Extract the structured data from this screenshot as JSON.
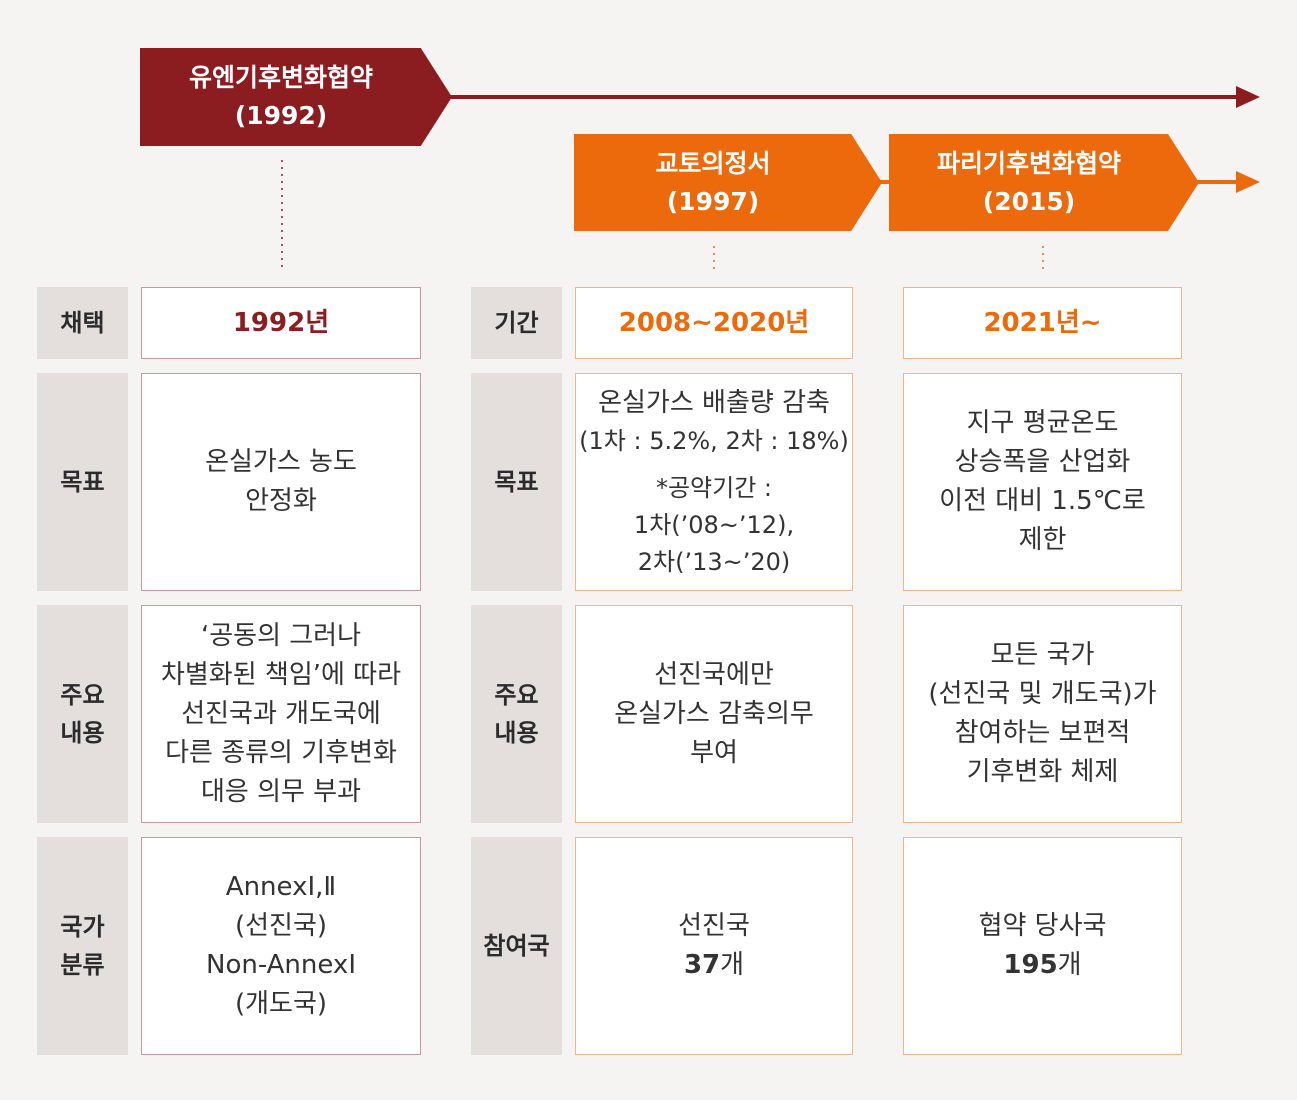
{
  "colors": {
    "unfccc": "#8b1c20",
    "kyoto_paris": "#ec6a0c",
    "label_bg": "#e4dfdc",
    "background": "#f6f4f2"
  },
  "timeline": {
    "unfccc": {
      "name": "유엔기후변화협약",
      "year": "(1992)"
    },
    "kyoto": {
      "name": "교토의정서",
      "year": "(1997)"
    },
    "paris": {
      "name": "파리기후변화협약",
      "year": "(2015)"
    }
  },
  "labels": {
    "adoption": "채택",
    "goal": "목표",
    "content": [
      "주요",
      "내용"
    ],
    "classification": [
      "국가",
      "분류"
    ],
    "period": "기간",
    "goal2": "목표",
    "content2": [
      "주요",
      "내용"
    ],
    "participants": "참여국"
  },
  "unfccc": {
    "adoption": "1992년",
    "goal": [
      "온실가스 농도",
      "안정화"
    ],
    "content": [
      "‘공동의 그러나",
      "차별화된 책임’에 따라",
      "선진국과 개도국에",
      "다른 종류의 기후변화",
      "대응 의무 부과"
    ],
    "classification": [
      "AnnexⅠ,Ⅱ",
      "(선진국)",
      "Non-AnnexⅠ",
      "(개도국)"
    ]
  },
  "kyoto": {
    "period": "2008~2020년",
    "goal": [
      "온실가스 배출량 감축",
      "(1차 : 5.2%, 2차 : 18%)"
    ],
    "goal_note": [
      "*공약기간 :",
      "1차(’08~’12),",
      "2차(’13~’20)"
    ],
    "content": [
      "선진국에만",
      "온실가스 감축의무",
      "부여"
    ],
    "participants_label": "선진국",
    "participants_count": "37",
    "participants_unit": "개"
  },
  "paris": {
    "period": "2021년~",
    "goal": [
      "지구 평균온도",
      "상승폭을 산업화",
      "이전 대비 1.5℃로",
      "제한"
    ],
    "content": [
      "모든 국가",
      "(선진국 및 개도국)가",
      "참여하는 보편적",
      "기후변화 체제"
    ],
    "participants_label": "협약 당사국",
    "participants_count": "195",
    "participants_unit": "개"
  }
}
